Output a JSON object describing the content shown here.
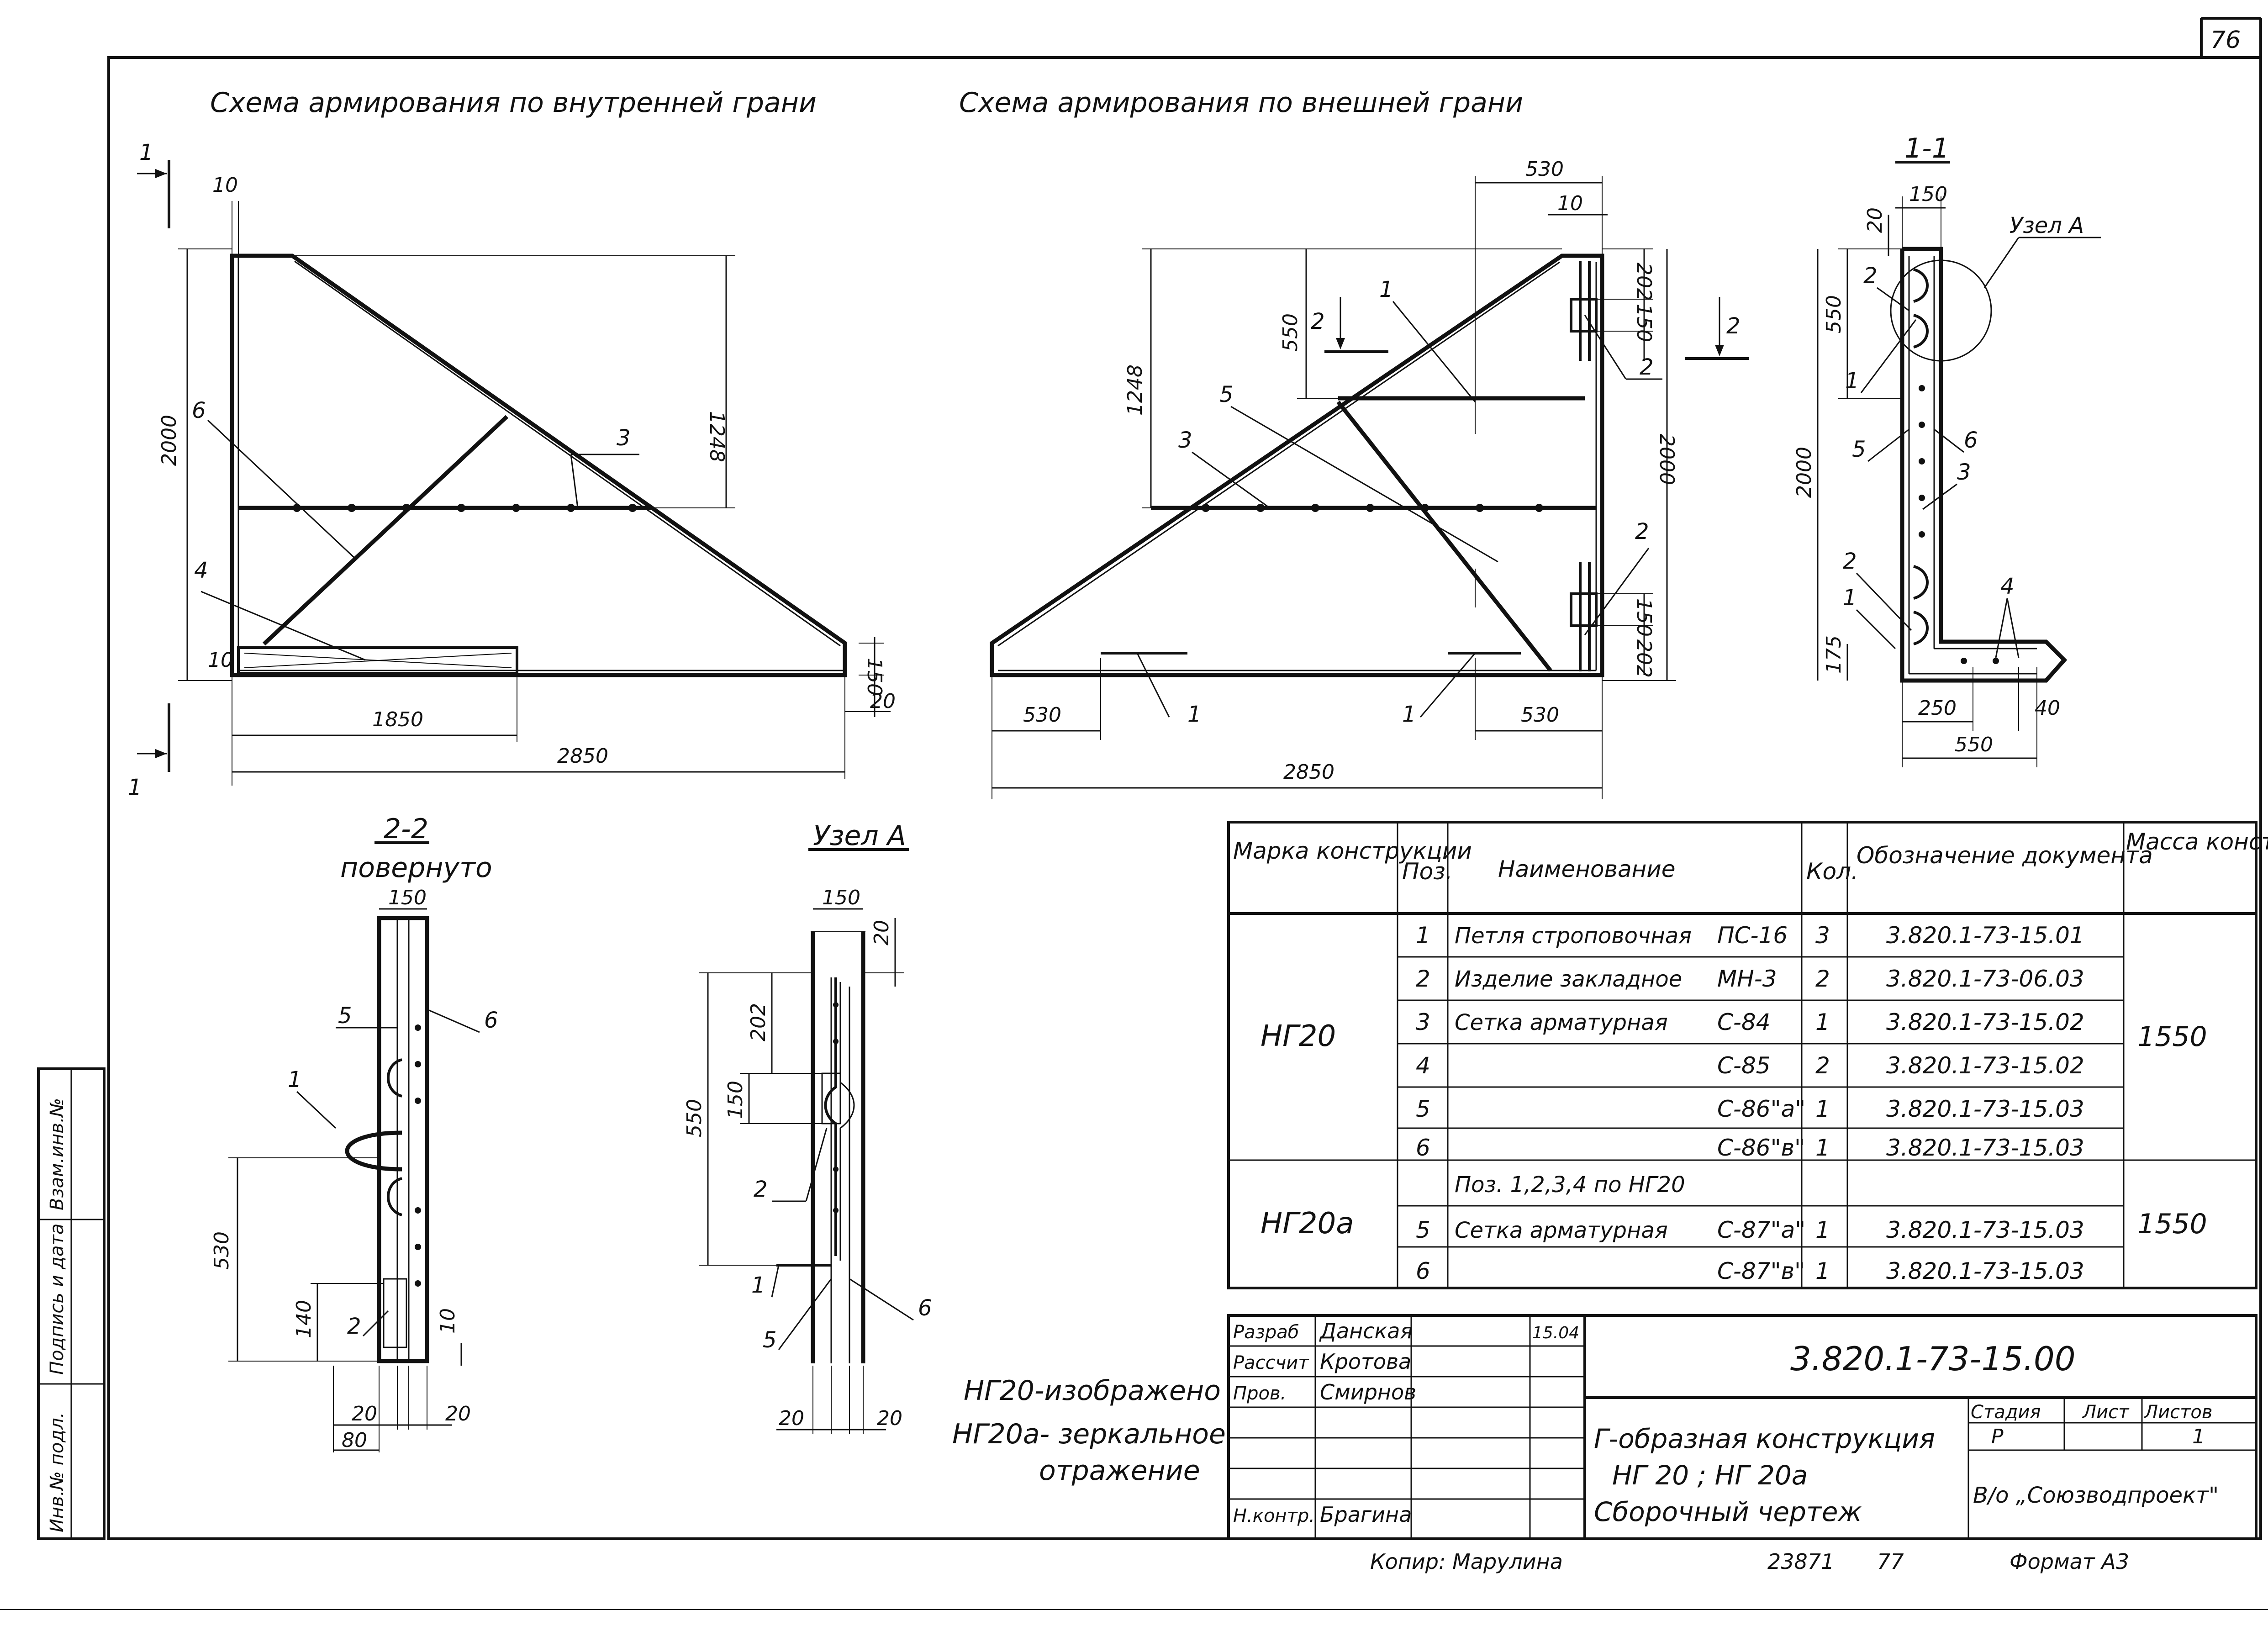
{
  "sheet_number": "76",
  "titles": {
    "inner": "Схема армирования по внутренней грани",
    "outer": "Схема армирования  по внешней грани",
    "section_1": "1-1",
    "section_2": "2-2",
    "section_2_note": "повернуто",
    "node_a": "Узел А",
    "node_a_callout": "Узел А"
  },
  "cut_labels": {
    "one": "1",
    "two": "2"
  },
  "dims_inner": {
    "d10a": "10",
    "d2000": "2000",
    "d1248": "1248",
    "d10b": "10",
    "d1850": "1850",
    "d2850": "2850",
    "d150": "150",
    "d20": "20"
  },
  "marks_inner": {
    "m6": "6",
    "m3": "3",
    "m4": "4"
  },
  "dims_outer": {
    "d530t": "530",
    "d10": "10",
    "d202t": "202",
    "d150t": "150",
    "d550": "550",
    "d1248": "1248",
    "d2000": "2000",
    "d150b": "150",
    "d202b": "202",
    "d530l": "530",
    "d530r": "530",
    "d2850": "2850"
  },
  "marks_outer": {
    "m1": "1",
    "m5": "5",
    "m3": "3",
    "m2a": "2",
    "m2b": "2",
    "m1a": "1",
    "m1b": "1"
  },
  "dims_s11": {
    "d150": "150",
    "d20": "20",
    "d550": "550",
    "d2000": "2000",
    "d175": "175",
    "d250": "250",
    "d40": "40",
    "d550b": "550"
  },
  "marks_s11": {
    "m2": "2",
    "m1": "1",
    "m5": "5",
    "m6": "6",
    "m3": "3",
    "m2b": "2",
    "m1b": "1",
    "m4": "4"
  },
  "dims_s22": {
    "d150": "150",
    "d530": "530",
    "d140": "140",
    "d10": "10",
    "d20a": "20",
    "d20b": "20",
    "d80": "80"
  },
  "marks_s22": {
    "m5": "5",
    "m6": "6",
    "m1": "1",
    "m2": "2"
  },
  "dims_node": {
    "d150": "150",
    "d20": "20",
    "d202": "202",
    "d550": "550",
    "d150b": "150",
    "d20a": "20",
    "d20b": "20"
  },
  "marks_node": {
    "m2": "2",
    "m1": "1",
    "m5": "5",
    "m6": "6"
  },
  "note": {
    "line1": "НГ20-изображено",
    "line2": "НГ20а- зеркальное",
    "line3": "отражение"
  },
  "spec": {
    "headers": {
      "mark": "Марка конструкции",
      "pos": "Поз.",
      "name": "Наименование",
      "qty": "Кол.",
      "doc": "Обозначение документа",
      "mass": "Масса конструкции кг."
    },
    "groups": [
      {
        "mark": "НГ20",
        "mass": "1550",
        "rows": [
          {
            "pos": "1",
            "name": "Петля строповочная",
            "code": "ПС-16",
            "qty": "3",
            "doc": "3.820.1-73-15.01"
          },
          {
            "pos": "2",
            "name": "Изделие закладное",
            "code": "МН-3",
            "qty": "2",
            "doc": "3.820.1-73-06.03"
          },
          {
            "pos": "3",
            "name": "Сетка арматурная",
            "code": "С-84",
            "qty": "1",
            "doc": "3.820.1-73-15.02"
          },
          {
            "pos": "4",
            "name": "",
            "code": "С-85",
            "qty": "2",
            "doc": "3.820.1-73-15.02"
          },
          {
            "pos": "5",
            "name": "",
            "code": "С-86\"а\"",
            "qty": "1",
            "doc": "3.820.1-73-15.03"
          },
          {
            "pos": "6",
            "name": "",
            "code": "С-86\"в\"",
            "qty": "1",
            "doc": "3.820.1-73-15.03"
          }
        ]
      },
      {
        "mark": "НГ20а",
        "mass": "1550",
        "rows": [
          {
            "pos": "",
            "name": "Поз. 1,2,3,4 по НГ20",
            "code": "",
            "qty": "",
            "doc": ""
          },
          {
            "pos": "5",
            "name": "Сетка арматурная",
            "code": "С-87\"а\"",
            "qty": "1",
            "doc": "3.820.1-73-15.03"
          },
          {
            "pos": "6",
            "name": "",
            "code": "С-87\"в\"",
            "qty": "1",
            "doc": "3.820.1-73-15.03"
          }
        ]
      }
    ]
  },
  "stamp": {
    "code": "3.820.1-73-15.00",
    "title_lines": [
      "Г-образная конструкция",
      "НГ 20 ;  НГ 20а",
      "Сборочный чертеж"
    ],
    "stage_header": "Стадия",
    "sheet_header": "Лист",
    "sheets_header": "Листов",
    "stage": "Р",
    "sheets": "1",
    "org": "В/о „Союзводпроект\"",
    "people": [
      {
        "role": "Разраб",
        "name": "Данская",
        "date": "15.04"
      },
      {
        "role": "Рассчит",
        "name": "Кротова",
        "date": ""
      },
      {
        "role": "Пров.",
        "name": "Смирнов",
        "date": ""
      },
      {
        "role": "",
        "name": "",
        "date": ""
      },
      {
        "role": "",
        "name": "",
        "date": ""
      },
      {
        "role": "",
        "name": "",
        "date": ""
      },
      {
        "role": "Н.контр.",
        "name": "Брагина",
        "date": ""
      }
    ]
  },
  "footer": {
    "copy": "Копир: Марулина",
    "num1": "23871",
    "num2": "77",
    "format": "Формат А3"
  },
  "side_stamp": {
    "f1": "Взам.инв.№",
    "f2": "Подпись и дата",
    "f3": "Инв.№ подл."
  }
}
